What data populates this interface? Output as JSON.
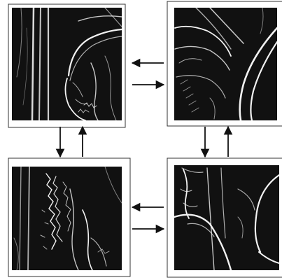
{
  "diagram": {
    "panels": [
      {
        "id": "top-left",
        "content": "edge-map-hat-brim-and-face"
      },
      {
        "id": "top-right",
        "content": "edge-map-hat-and-bars"
      },
      {
        "id": "bottom-left",
        "content": "edge-map-feathers-and-hair"
      },
      {
        "id": "bottom-right",
        "content": "edge-map-face-and-shoulder"
      }
    ],
    "connections": [
      {
        "from": "top-right",
        "to": "top-left"
      },
      {
        "from": "top-left",
        "to": "top-right"
      },
      {
        "from": "top-left",
        "to": "bottom-left"
      },
      {
        "from": "bottom-left",
        "to": "top-left"
      },
      {
        "from": "top-right",
        "to": "bottom-right"
      },
      {
        "from": "bottom-right",
        "to": "top-right"
      },
      {
        "from": "bottom-right",
        "to": "bottom-left"
      },
      {
        "from": "bottom-left",
        "to": "bottom-right"
      }
    ],
    "colors": {
      "panel_bg": "#111111",
      "edge": "#f2f2f2",
      "frame": "#333333",
      "arrow": "#111111"
    }
  }
}
